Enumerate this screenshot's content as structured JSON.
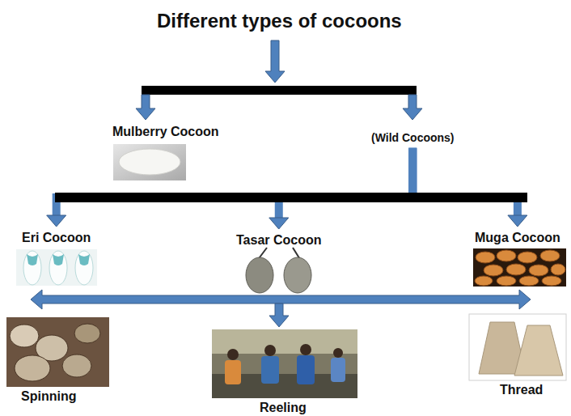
{
  "diagram": {
    "title": "Different types of cocoons",
    "nodes": [
      {
        "text": [
          "Mulberry Cocoon"
        ]
      },
      {
        "text": [
          "(Wild Cocoons)"
        ]
      },
      {
        "text": [
          "Eri Cocoon"
        ]
      },
      {
        "text": [
          "Tasar Cocoon"
        ]
      },
      {
        "text": [
          "Muga Cocoon"
        ]
      },
      {
        "text": [
          "Spinning"
        ]
      },
      {
        "text": [
          "Reeling"
        ]
      },
      {
        "text": [
          "Thread"
        ]
      }
    ],
    "edges": [
      {
        "from": 1,
        "to": 2,
        "arrow": "to"
      },
      {
        "from": 1,
        "to": 3,
        "arrow": "to"
      },
      {
        "from": 1,
        "to": 4,
        "arrow": "to"
      }
    ]
  }
}
